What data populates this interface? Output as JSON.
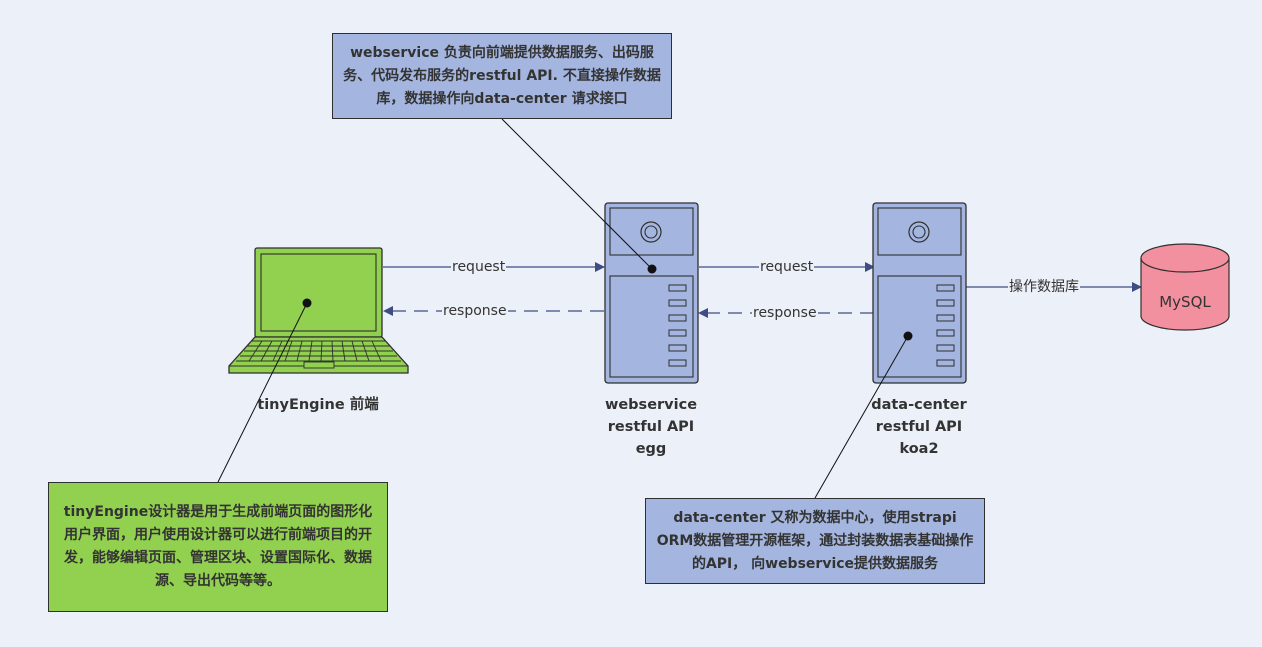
{
  "colors": {
    "background": "#ecf0f8",
    "laptop": "#92d050",
    "server": "#a4b6df",
    "database": "#f3909f",
    "note_blue": "#a4b6df",
    "note_green": "#92d050",
    "connector": "#3e4e85"
  },
  "notes": {
    "webservice": "webservice 负责向前端提供数据服务、出码服务、代码发布服务的restful API. 不直接操作数据库，数据操作向data-center 请求接口",
    "frontend": "tinyEngine设计器是用于生成前端页面的图形化用户界面，用户使用设计器可以进行前端项目的开发，能够编辑页面、管理区块、设置国际化、数据源、导出代码等等。",
    "datacenter": "data-center 又称为数据中心，使用strapi ORM数据管理开源框架，通过封装数据表基础操作的API， 向webservice提供数据服务"
  },
  "nodes": {
    "frontend": {
      "label": "tinyEngine 前端",
      "icon": "laptop-icon"
    },
    "webservice": {
      "line1": "webservice",
      "line2": "restful API",
      "line3": "egg",
      "icon": "server-icon"
    },
    "datacenter": {
      "line1": "data-center",
      "line2": "restful API",
      "line3": "koa2",
      "icon": "server-icon"
    },
    "mysql": {
      "label": "MySQL",
      "icon": "database-icon"
    }
  },
  "edges": {
    "fe_ws_request": "request",
    "ws_fe_response": "response",
    "ws_dc_request": "request",
    "dc_ws_response": "response",
    "dc_db": "操作数据库"
  }
}
